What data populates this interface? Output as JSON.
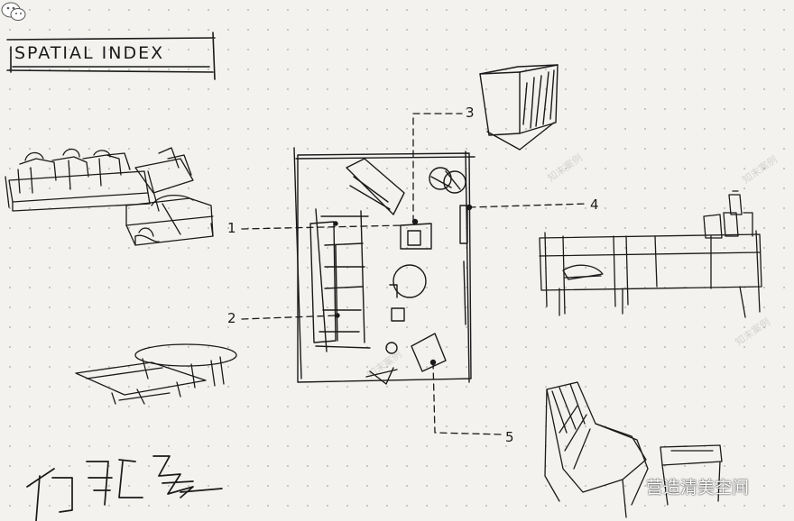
{
  "title": "SPATIAL INDEX",
  "callouts": [
    "1",
    "2",
    "3",
    "4",
    "5"
  ],
  "watermark": "营造清美空间",
  "faint_marks": [
    "知末案例",
    "知末案例",
    "知末案例",
    "知末案例"
  ],
  "colors": {
    "ink": "#1a1a1a",
    "paper": "#f3f2ef",
    "dot": "#b9b8b3"
  },
  "icons": [
    "wechat-icon"
  ]
}
